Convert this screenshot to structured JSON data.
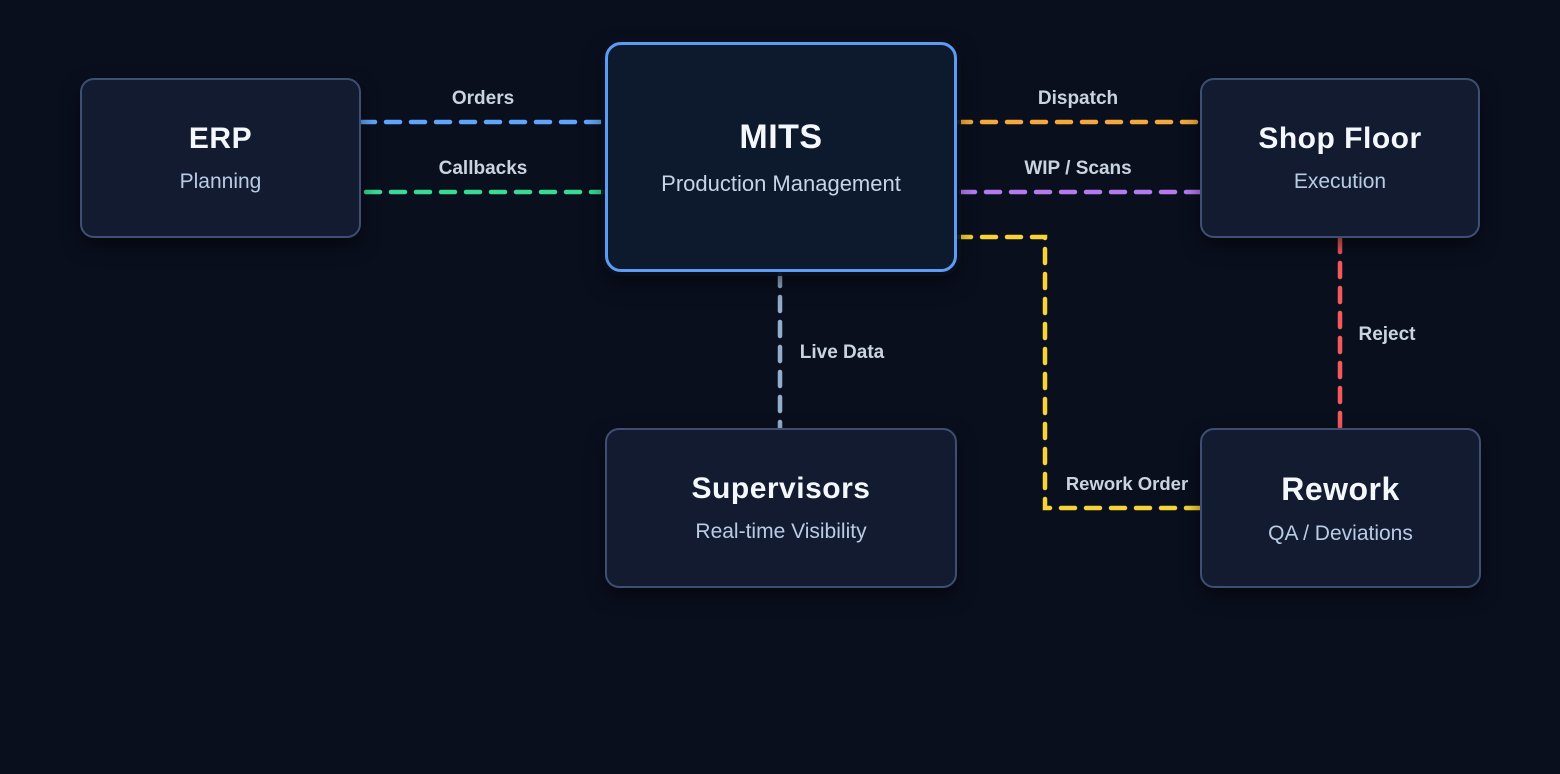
{
  "diagram": {
    "background_color": "#0a0f1e",
    "nodes": [
      {
        "id": "erp",
        "title": "ERP",
        "subtitle": "Planning",
        "border_color": "#3e4f73",
        "fill_color": "#121b30"
      },
      {
        "id": "mits",
        "title": "MITS",
        "subtitle": "Production Management",
        "border_color": "#5d9cf5",
        "fill_color": "#0d1a2e",
        "highlighted": true
      },
      {
        "id": "shopfloor",
        "title": "Shop Floor",
        "subtitle": "Execution",
        "border_color": "#3e4f73",
        "fill_color": "#121b30"
      },
      {
        "id": "supervisors",
        "title": "Supervisors",
        "subtitle": "Real-time Visibility",
        "border_color": "#3e4f73",
        "fill_color": "#121b30"
      },
      {
        "id": "rework",
        "title": "Rework",
        "subtitle": "QA / Deviations",
        "border_color": "#3e4f73",
        "fill_color": "#121b30"
      }
    ],
    "edges": [
      {
        "id": "orders",
        "label": "Orders",
        "from": "erp",
        "to": "mits",
        "color": "#60a5fa",
        "style": "dashed"
      },
      {
        "id": "callbacks",
        "label": "Callbacks",
        "from": "mits",
        "to": "erp",
        "color": "#3bd993",
        "style": "dashed"
      },
      {
        "id": "dispatch",
        "label": "Dispatch",
        "from": "mits",
        "to": "shopfloor",
        "color": "#f5a93c",
        "style": "dashed"
      },
      {
        "id": "wip",
        "label": "WIP / Scans",
        "from": "shopfloor",
        "to": "mits",
        "color": "#b57bee",
        "style": "dashed"
      },
      {
        "id": "livedata",
        "label": "Live Data",
        "from": "mits",
        "to": "supervisors",
        "color": "#93aecb",
        "style": "dashed"
      },
      {
        "id": "reworkorder",
        "label": "Rework Order",
        "from": "mits",
        "to": "rework",
        "color": "#f5d339",
        "style": "dashed"
      },
      {
        "id": "reject",
        "label": "Reject",
        "from": "shopfloor",
        "to": "rework",
        "color": "#f4595c",
        "style": "dashed"
      }
    ],
    "label_text_color": "#c9d4e0"
  }
}
